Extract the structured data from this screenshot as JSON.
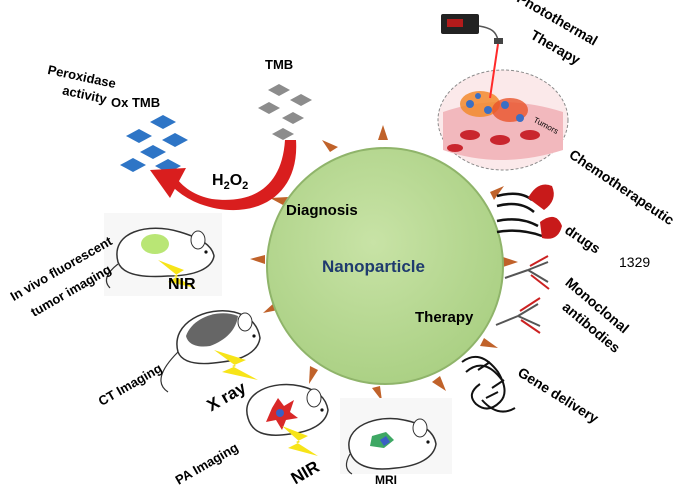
{
  "center": {
    "label": "Nanoparticle",
    "diagnosis": "Diagnosis",
    "therapy": "Therapy",
    "fill": "#b5d88f",
    "text_color": "#1f3b6e"
  },
  "peroxidase": {
    "line1": "Peroxidase",
    "line2": "activity",
    "ox_tmb": "Ox TMB",
    "tmb": "TMB",
    "h2o2_main": "H",
    "h2o2_sub1": "2",
    "h2o2_mid": "O",
    "h2o2_sub2": "2"
  },
  "labels": {
    "photothermal_1": "Photothermal",
    "photothermal_2": "Therapy",
    "tumors": "Tumors",
    "chemo_1": "Chemotherapeutic",
    "chemo_2": "drugs",
    "number": "1329",
    "monoclonal_1": "Monoclonal",
    "monoclonal_2": "antibodies",
    "gene": "Gene delivery",
    "invivo_1": "In vivo fluorescent",
    "invivo_2": "tumor imaging",
    "nir1": "NIR",
    "ct": "CT Imaging",
    "xray": "X ray",
    "pa": "PA Imaging",
    "nir2": "NIR",
    "mri": "MRI"
  },
  "colors": {
    "arrow_red": "#d91e1e",
    "tmb_gray": "#8c8c8c",
    "oxtmb_blue": "#2e75c6",
    "spike": "#c0622a",
    "lightning": "#f7e418"
  },
  "icons": [
    "mouse-icon",
    "lightning-icon",
    "drug-icon",
    "antibody-icon",
    "dna-icon",
    "laser-icon"
  ]
}
